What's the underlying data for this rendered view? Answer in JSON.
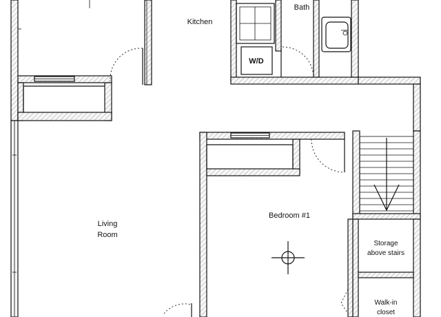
{
  "plan": {
    "rooms": {
      "kitchen": "Kitchen",
      "bath": "Bath",
      "washer_dryer": "W/D",
      "living_line1": "Living",
      "living_line2": "Room",
      "bedroom": "Bedroom #1",
      "storage_line1": "Storage",
      "storage_line2": "above stairs",
      "closet_line1": "Walk-in",
      "closet_line2": "closet"
    }
  }
}
